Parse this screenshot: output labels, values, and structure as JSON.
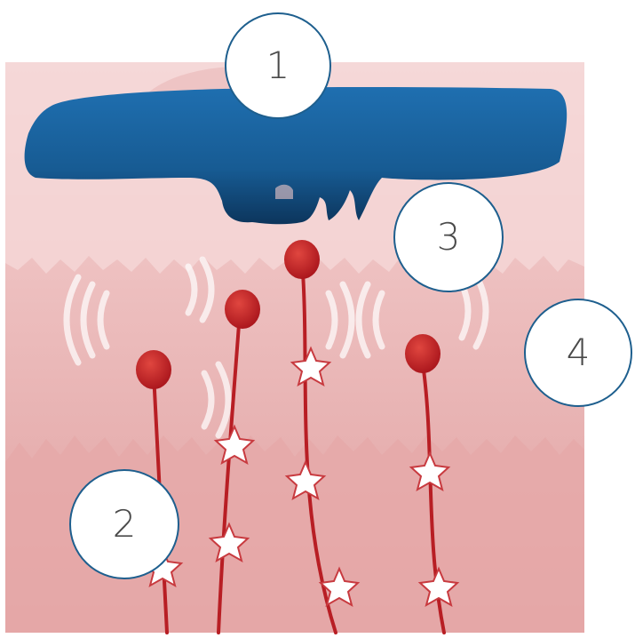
{
  "callouts": [
    {
      "id": "1",
      "label": "1"
    },
    {
      "id": "2",
      "label": "2"
    },
    {
      "id": "3",
      "label": "3"
    },
    {
      "id": "4",
      "label": "4"
    }
  ],
  "colors": {
    "skin_light": "#f3d2d2",
    "skin_mid": "#eab6b6",
    "skin_deep": "#e3a2a2",
    "probe_blue": "#1e66a6",
    "probe_dark": "#0d3a63",
    "nerve_red": "#b81e24",
    "callout_border": "#1e5f8e",
    "callout_text": "#4a4a4a"
  },
  "icons": {
    "probe": "ultrasound-probe-icon",
    "nerve": "nerve-ending-icon",
    "wave": "ultrasound-wave-icon"
  }
}
